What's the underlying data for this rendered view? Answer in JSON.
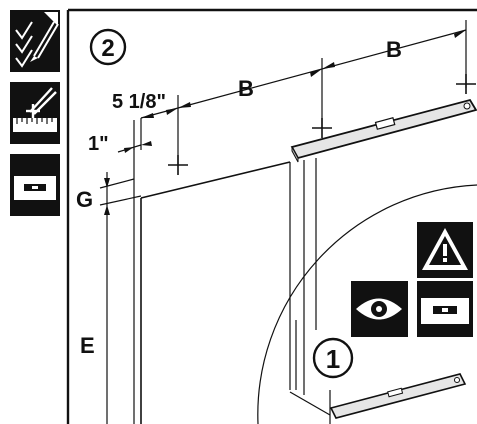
{
  "step": {
    "main_number": "2",
    "inset_number": "1"
  },
  "dimensions": {
    "spacing_first": "1\"",
    "spacing_second": "5 1/8\"",
    "spacing_b_1": "B",
    "spacing_b_2": "B",
    "gap_label": "G",
    "height_label": "E"
  },
  "icons": {
    "sidebar": [
      "checklist-pencil-icon",
      "marking-tool-icon",
      "level-icon"
    ],
    "warning": "warning-icon",
    "inspect": "eye-icon",
    "level": "level-icon"
  },
  "colors": {
    "ink": "#111111",
    "paper": "#ffffff",
    "level_body": "#e6e6e6"
  }
}
